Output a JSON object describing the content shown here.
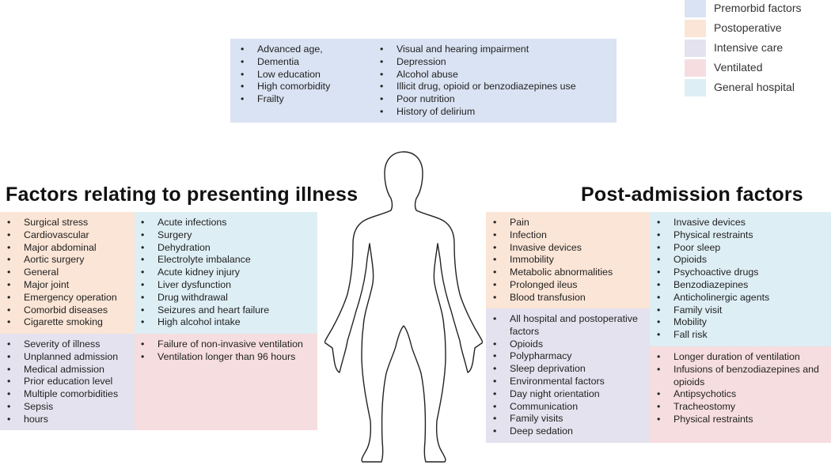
{
  "colors": {
    "premorbid": "#dae3f3",
    "postoperative": "#fbe5d6",
    "intensive_care": "#e4e2ee",
    "ventilated": "#f6dddf",
    "general_hospital": "#deeef5",
    "outline": "#222222"
  },
  "legend": [
    {
      "label": "Premorbid factors",
      "color": "#dae3f3"
    },
    {
      "label": "Postoperative",
      "color": "#fbe5d6"
    },
    {
      "label": "Intensive care",
      "color": "#e4e2ee"
    },
    {
      "label": "Ventilated",
      "color": "#f6dddf"
    },
    {
      "label": "General hospital",
      "color": "#deeef5"
    }
  ],
  "premorbid": {
    "left_items": [
      "Advanced age,",
      "Dementia",
      "Low education",
      "High comorbidity",
      "Frailty"
    ],
    "right_items": [
      "Visual and hearing impairment",
      "Depression",
      "Alcohol abuse",
      "Illicit drug, opioid or benzodiazepines use",
      "Poor nutrition",
      "History of delirium"
    ]
  },
  "presenting": {
    "heading": "Factors relating to presenting illness",
    "postoperative_items": [
      "Surgical stress",
      "Cardiovascular",
      "Major abdominal",
      "Aortic surgery",
      "General",
      "Major joint",
      "Emergency operation",
      "Comorbid diseases",
      "Cigarette smoking"
    ],
    "general_hospital_items": [
      "Acute infections",
      "Surgery",
      "Dehydration",
      "Electrolyte imbalance",
      "Acute kidney injury",
      "Liver dysfunction",
      "Drug withdrawal",
      "Seizures and heart failure",
      "High alcohol intake"
    ],
    "intensive_care_items": [
      "Severity of illness",
      "Unplanned admission",
      "Medical admission",
      "Prior education level",
      "Multiple comorbidities",
      "Sepsis",
      "hours"
    ],
    "ventilated_items": [
      "Failure of non-invasive ventilation",
      "Ventilation longer than 96 hours"
    ]
  },
  "post_admission": {
    "heading": "Post-admission factors",
    "postoperative_items": [
      "Pain",
      "Infection",
      "Invasive devices",
      "Immobility",
      "Metabolic abnormalities",
      "Prolonged ileus",
      "Blood transfusion"
    ],
    "general_hospital_items": [
      "Invasive devices",
      "Physical restraints",
      "Poor sleep",
      "Opioids",
      "Psychoactive drugs",
      "Benzodiazepines",
      "Anticholinergic agents",
      "Family visit",
      "Mobility",
      "Fall risk"
    ],
    "intensive_care_items": [
      "All hospital and postoperative factors",
      "Opioids",
      "Polypharmacy",
      "Sleep deprivation",
      "Environmental factors",
      "Day night orientation",
      "Communication",
      "Family visits",
      "Deep sedation"
    ],
    "ventilated_items": [
      "Longer duration of ventilation",
      "Infusions of benzodiazepines and opioids",
      "Antipsychotics",
      "Tracheostomy",
      "Physical restraints"
    ]
  }
}
